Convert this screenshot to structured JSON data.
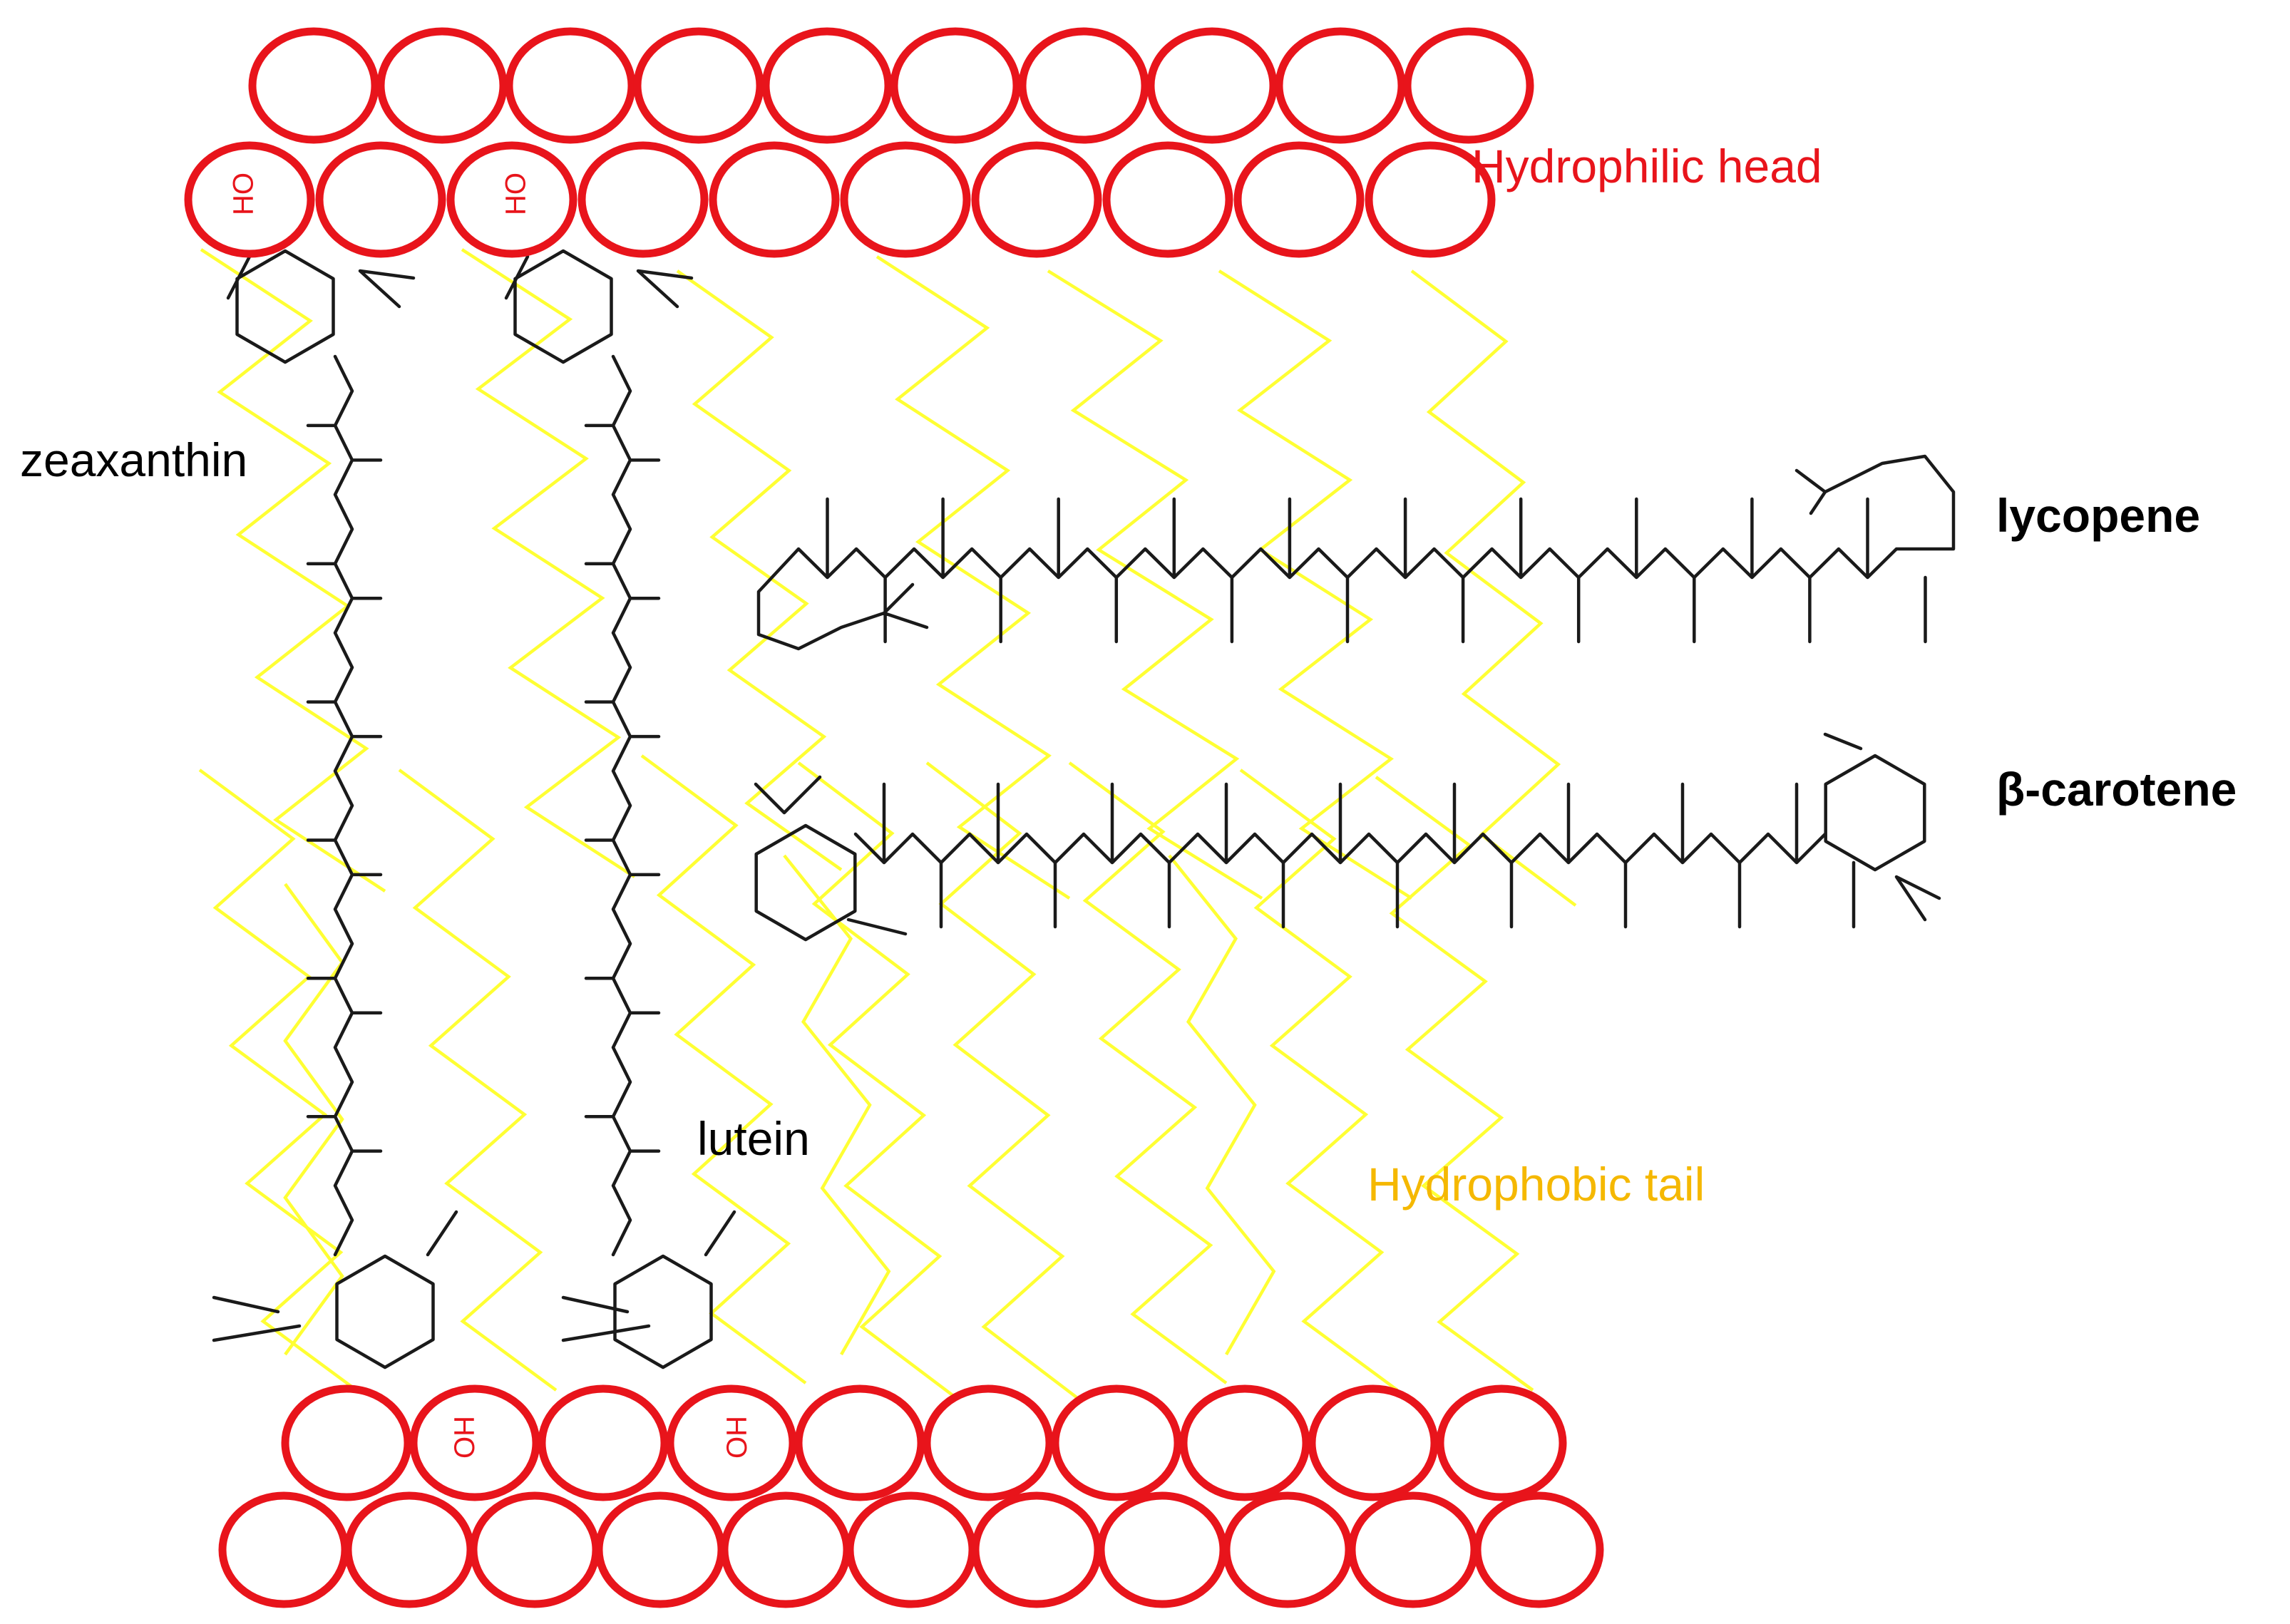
{
  "labels": {
    "zeaxanthin": "zeaxanthin",
    "lutein": "lutein",
    "lycopene": "lycopene",
    "beta_carotene": "β-carotene",
    "hydrophilic_head": "Hydrophilic head",
    "hydrophobic_tail": "Hydrophobic tail"
  },
  "hydroxyl_group": "HO",
  "colors": {
    "head": "#e8141b",
    "tail": "#ffff33",
    "head_label": "#e8141b",
    "tail_label": "#f5b800",
    "molecule": "#1a1a1a"
  },
  "structure": {
    "top_outer_heads": 10,
    "top_inner_heads": 10,
    "bottom_inner_heads": 10,
    "bottom_outer_heads": 11,
    "phospholipid_tails": 18
  }
}
